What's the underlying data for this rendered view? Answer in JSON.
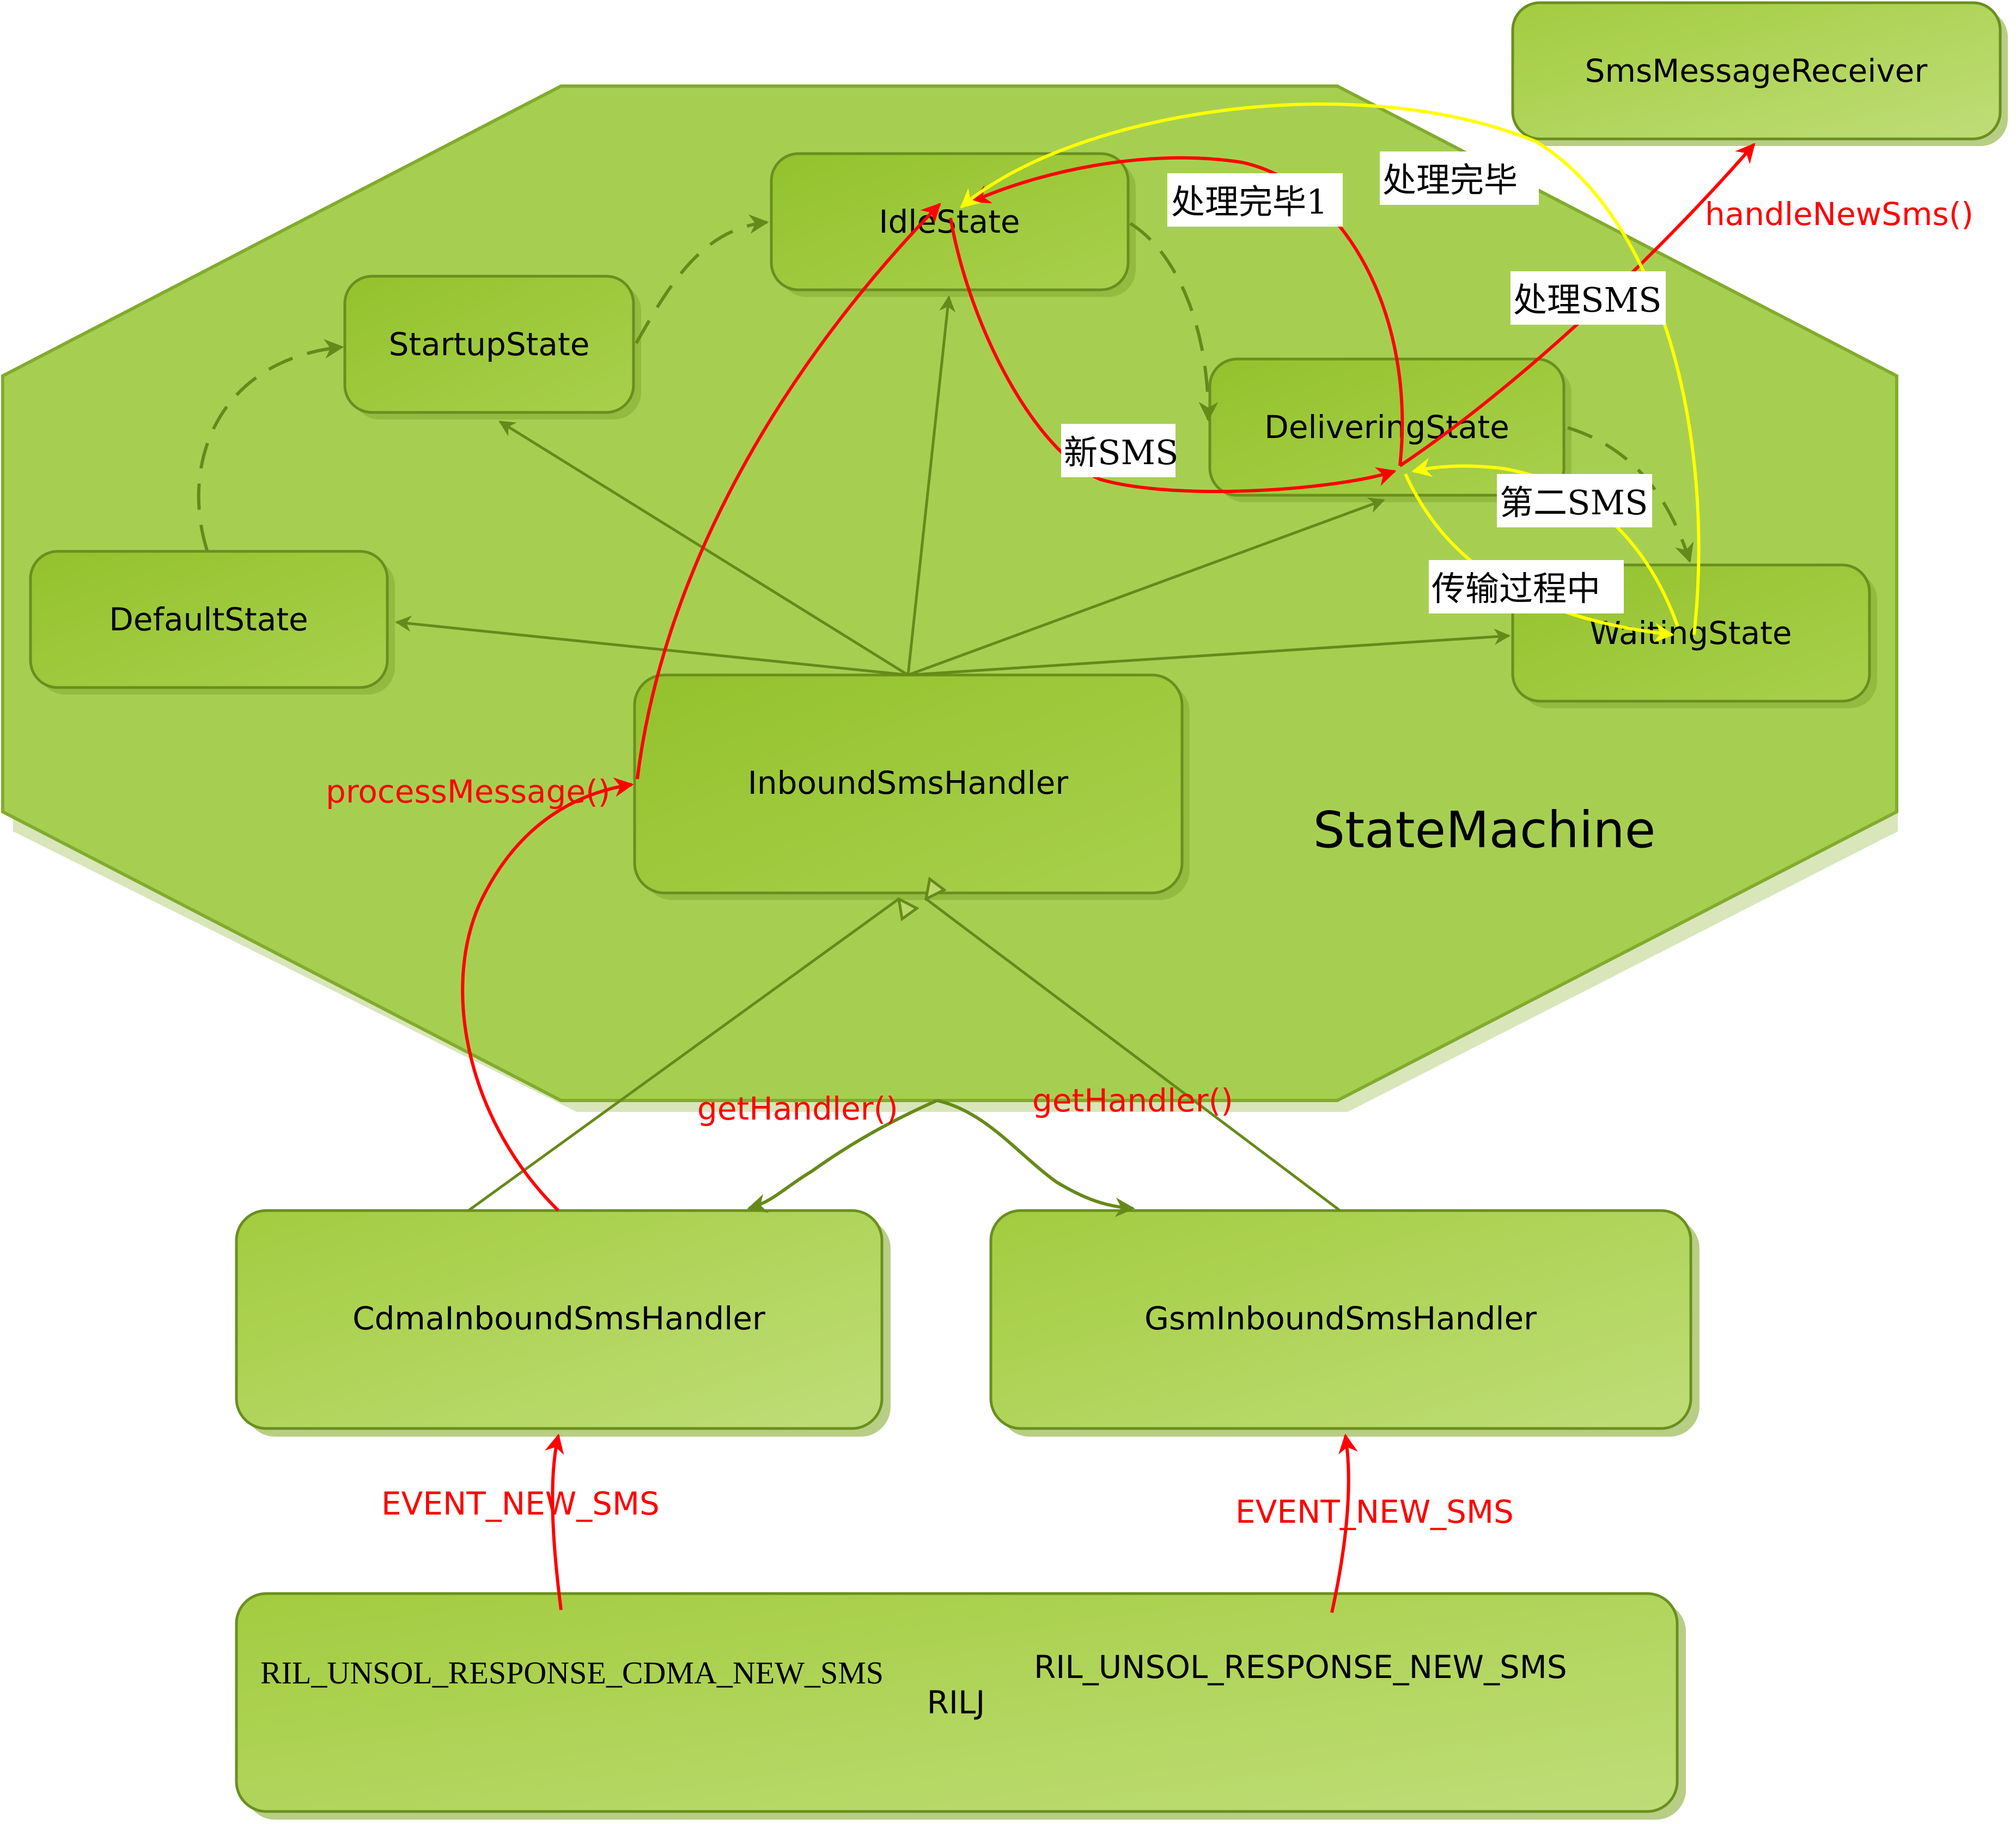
{
  "colors": {
    "green_fill": "#9ec840",
    "green_stroke": "#6a8f1f",
    "light_green": "#bad96a",
    "edge_green": "#668a1a",
    "red": "#ff0000",
    "yellow": "#ffff00"
  },
  "container": {
    "title": "StateMachine"
  },
  "nodes": {
    "sms_receiver": "SmsMessageReceiver",
    "idle": "IdleState",
    "startup": "StartupState",
    "delivering": "DeliveringState",
    "default": "DefaultState",
    "waiting": "WaitingState",
    "inbound": "InboundSmsHandler",
    "cdma": "CdmaInboundSmsHandler",
    "gsm": "GsmInboundSmsHandler",
    "rilj": "RILJ",
    "ril_cdma": "RIL_UNSOL_RESPONSE_CDMA_NEW_SMS",
    "ril_gsm": "RIL_UNSOL_RESPONSE_NEW_SMS"
  },
  "labels": {
    "handle_new_sms": "handleNewSms()",
    "process_message": "processMessage()",
    "get_handler_left": "getHandler()",
    "get_handler_right": "getHandler()",
    "event_new_sms_left": "EVENT_NEW_SMS",
    "event_new_sms_right": "EVENT_NEW_SMS",
    "done1": "处理完毕1",
    "done": "处理完毕",
    "process_sms": "处理SMS",
    "new_sms": "新SMS",
    "second_sms": "第二SMS",
    "in_transit": "传输过程中"
  }
}
